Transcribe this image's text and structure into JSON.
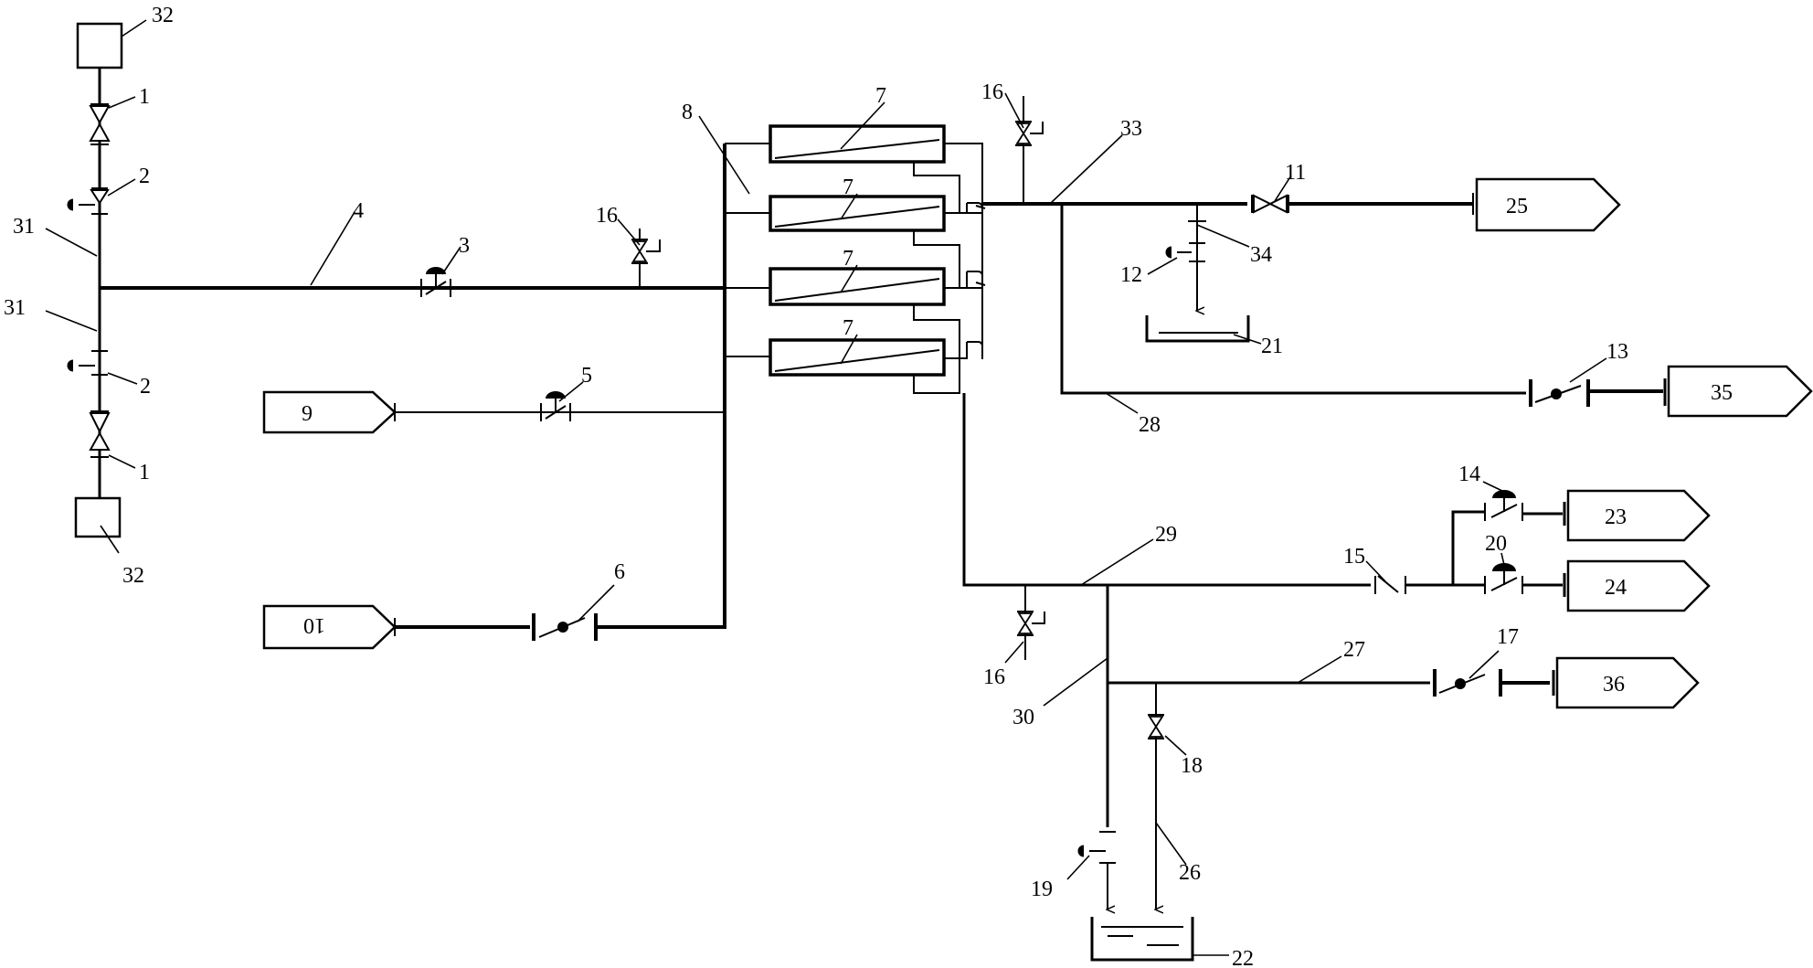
{
  "labels": {
    "tank_top": "32",
    "tank_bottom": "32",
    "valve1_top": "1",
    "valve1_bottom": "1",
    "valve2_top": "2",
    "valve2_bottom": "2",
    "pipe31_top": "31",
    "pipe31_bottom": "31",
    "pipe4": "4",
    "valve3": "3",
    "valve16_a": "16",
    "valve16_b": "16",
    "valve16_c": "16",
    "valve5": "5",
    "valve6": "6",
    "pipe8": "8",
    "unit7_a": "7",
    "unit7_b": "7",
    "unit7_c": "7",
    "unit7_d": "7",
    "pipe33": "33",
    "valve11": "11",
    "pipe34": "34",
    "valve12": "12",
    "vessel21": "21",
    "valve13": "13",
    "pipe28": "28",
    "valve14": "14",
    "valve20": "20",
    "valve15": "15",
    "pipe29": "29",
    "pipe30": "30",
    "pipe27": "27",
    "valve17": "17",
    "valve18": "18",
    "pipe26": "26",
    "valve19": "19",
    "vessel22": "22"
  },
  "terminals": {
    "t9": "9",
    "t10": "10",
    "t25": "25",
    "t35": "35",
    "t23": "23",
    "t24": "24",
    "t36": "36"
  }
}
